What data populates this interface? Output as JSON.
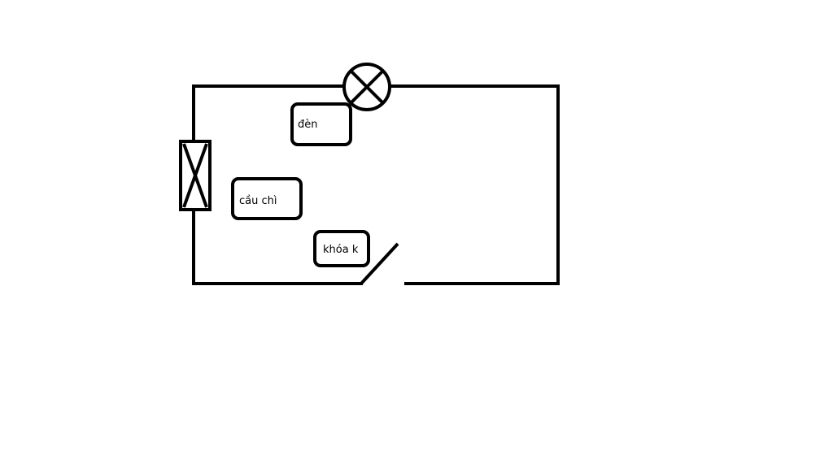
{
  "diagram": {
    "components": {
      "lamp": {
        "label": "đèn",
        "icon": "lamp-icon"
      },
      "fuse": {
        "label": "cầu chì",
        "icon": "fuse-icon"
      },
      "switch": {
        "label": "khóa k",
        "icon": "switch-icon"
      }
    },
    "colors": {
      "stroke": "#000000",
      "background": "#ffffff"
    }
  }
}
